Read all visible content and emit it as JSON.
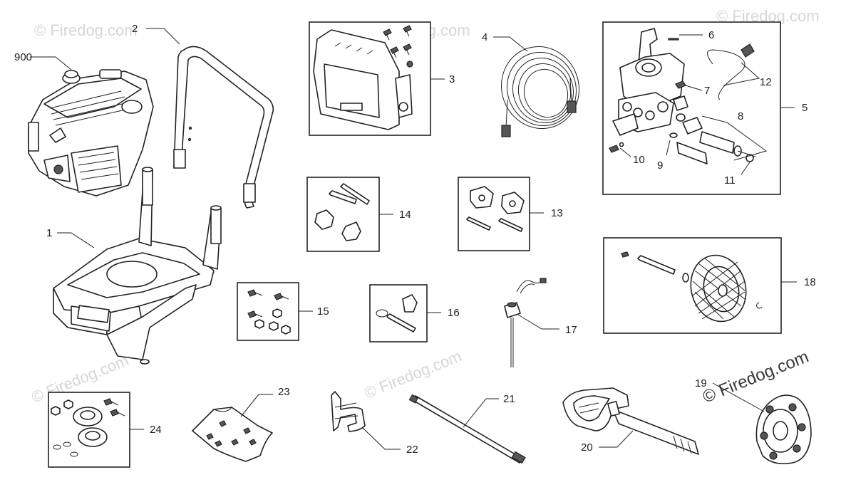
{
  "watermark": {
    "faint": "© Firedog.com",
    "main": "© Firedog.com"
  },
  "labels": {
    "p1": "1",
    "p2": "2",
    "p3": "3",
    "p4": "4",
    "p5": "5",
    "p6": "6",
    "p7": "7",
    "p8": "8",
    "p9": "9",
    "p10": "10",
    "p11": "11",
    "p12": "12",
    "p13": "13",
    "p14": "14",
    "p15": "15",
    "p16": "16",
    "p17": "17",
    "p18": "18",
    "p19": "19",
    "p20": "20",
    "p21": "21",
    "p22": "22",
    "p23": "23",
    "p24": "24",
    "p900": "900"
  },
  "icons": {
    "engine": "engine-icon",
    "frame": "frame-icon",
    "handle": "handle-icon",
    "panel": "control-panel-icon",
    "hose": "hose-icon",
    "pump": "pump-icon",
    "wheel": "wheel-kit-icon",
    "gun": "spray-gun-icon",
    "wand": "lance-icon"
  }
}
